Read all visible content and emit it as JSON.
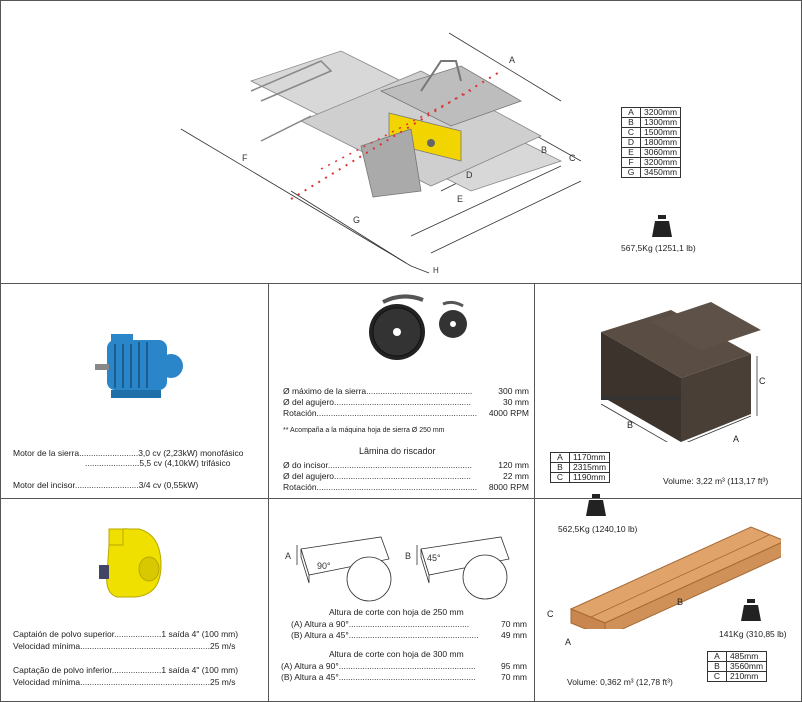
{
  "top": {
    "dims": [
      {
        "k": "A",
        "v": "3200mm"
      },
      {
        "k": "B",
        "v": "1300mm"
      },
      {
        "k": "C",
        "v": "1500mm"
      },
      {
        "k": "D",
        "v": "1800mm"
      },
      {
        "k": "E",
        "v": "3060mm"
      },
      {
        "k": "F",
        "v": "3200mm"
      },
      {
        "k": "G",
        "v": "3450mm"
      }
    ],
    "weight": "567,5Kg (1251,1 lb)",
    "labels": {
      "A": "A",
      "B": "B",
      "C": "C",
      "D": "D",
      "E": "E",
      "F": "F",
      "G": "G",
      "H": "H"
    }
  },
  "motor": {
    "saw_label": "Motor de la sierra.........................",
    "saw_mono": "3,0 cv (2,23kW) monofásico",
    "saw_tri_dots": ".......................",
    "saw_tri": "5,5 cv (4,10kW) trifásico",
    "scorer_label": "Motor del incisor...........................",
    "scorer_value": "3/4 cv (0,55kW)"
  },
  "blade": {
    "rows": [
      {
        "label": "Ø máximo de la sierra.............................................",
        "value": "300 mm"
      },
      {
        "label": "Ø del agujero..........................................................",
        "value": "30 mm"
      },
      {
        "label": "Rotación....................................................................",
        "value": "4000 RPM"
      }
    ],
    "note": "** Acompaña a la máquina hoja de sierra Ø 250 mm",
    "scorer_title": "Lâmina do riscador",
    "scorer_rows": [
      {
        "label": "Ø do incisor.............................................................",
        "value": "120 mm"
      },
      {
        "label": "Ø del agujero..........................................................",
        "value": "22 mm"
      },
      {
        "label": "Rotación....................................................................",
        "value": "8000 RPM"
      }
    ]
  },
  "box1": {
    "dims": [
      {
        "k": "A",
        "v": "1170mm"
      },
      {
        "k": "B",
        "v": "2315mm"
      },
      {
        "k": "C",
        "v": "1190mm"
      }
    ],
    "weight": "562,5Kg (1240,10 lb)",
    "volume": "Volume: 3,22 m³ (113,17 ft³)",
    "labels": {
      "A": "A",
      "B": "B",
      "C": "C"
    }
  },
  "dust": {
    "upper_label": "Captaión de polvo superior....................",
    "upper_value": "1 saída 4\" (100 mm)",
    "speed1_label": "Velocidad mínima.......................................................",
    "speed1_value": "25 m/s",
    "lower_label": "Captação de polvo inferior.....................",
    "lower_value": "1 saída 4\" (100 mm)",
    "speed2_label": "Velocidad mínima.......................................................",
    "speed2_value": "25 m/s"
  },
  "cut": {
    "angle1": "90°",
    "angle2": "45°",
    "labelA": "A",
    "labelB": "B",
    "title250": "Altura de corte con hoja  de 250 mm",
    "rows250": [
      {
        "label": "(A) Altura a 90°...................................................",
        "value": "70 mm"
      },
      {
        "label": "(B) Altura a 45°.......................................................",
        "value": "49 mm"
      }
    ],
    "title300": "Altura de corte con hoja  de 300 mm",
    "rows300": [
      {
        "label": "(A) Altura a 90°..........................................................",
        "value": "95 mm"
      },
      {
        "label": "(B) Altura a 45°..........................................................",
        "value": "70 mm"
      }
    ]
  },
  "box2": {
    "dims": [
      {
        "k": "A",
        "v": "485mm"
      },
      {
        "k": "B",
        "v": "3560mm"
      },
      {
        "k": "C",
        "v": "210mm"
      }
    ],
    "weight": "141Kg (310,85 lb)",
    "volume": "Volume: 0,362 m³ (12,78 ft³)",
    "labels": {
      "A": "A",
      "B": "B",
      "C": "C"
    }
  }
}
